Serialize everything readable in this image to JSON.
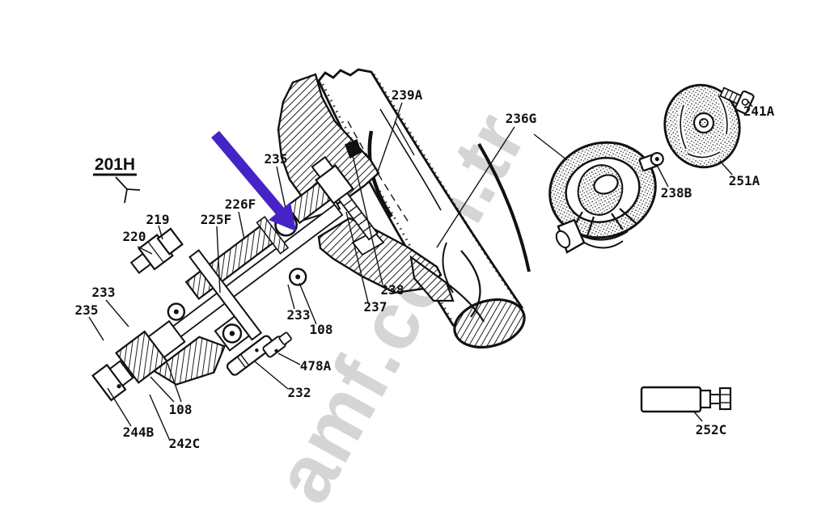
{
  "figure": {
    "watermark_text": "amf.com.tr",
    "watermark_color": "#d5d5d5",
    "arrow_color": "#4623c6",
    "ink_color": "#111111"
  },
  "labels": {
    "fig_ref": "201H",
    "p239A": "239A",
    "p236G": "236G",
    "p241A": "241A",
    "p251A": "251A",
    "p238B": "238B",
    "p235_top": "235",
    "p226F": "226F",
    "p225F": "225F",
    "p219": "219",
    "p220": "220",
    "p233_left": "233",
    "p235_left": "235",
    "p233_mid": "233",
    "p108_mid": "108",
    "p238": "238",
    "p237": "237",
    "p478A": "478A",
    "p232": "232",
    "p108_left": "108",
    "p244B": "244B",
    "p242C": "242C",
    "p252C": "252C"
  }
}
